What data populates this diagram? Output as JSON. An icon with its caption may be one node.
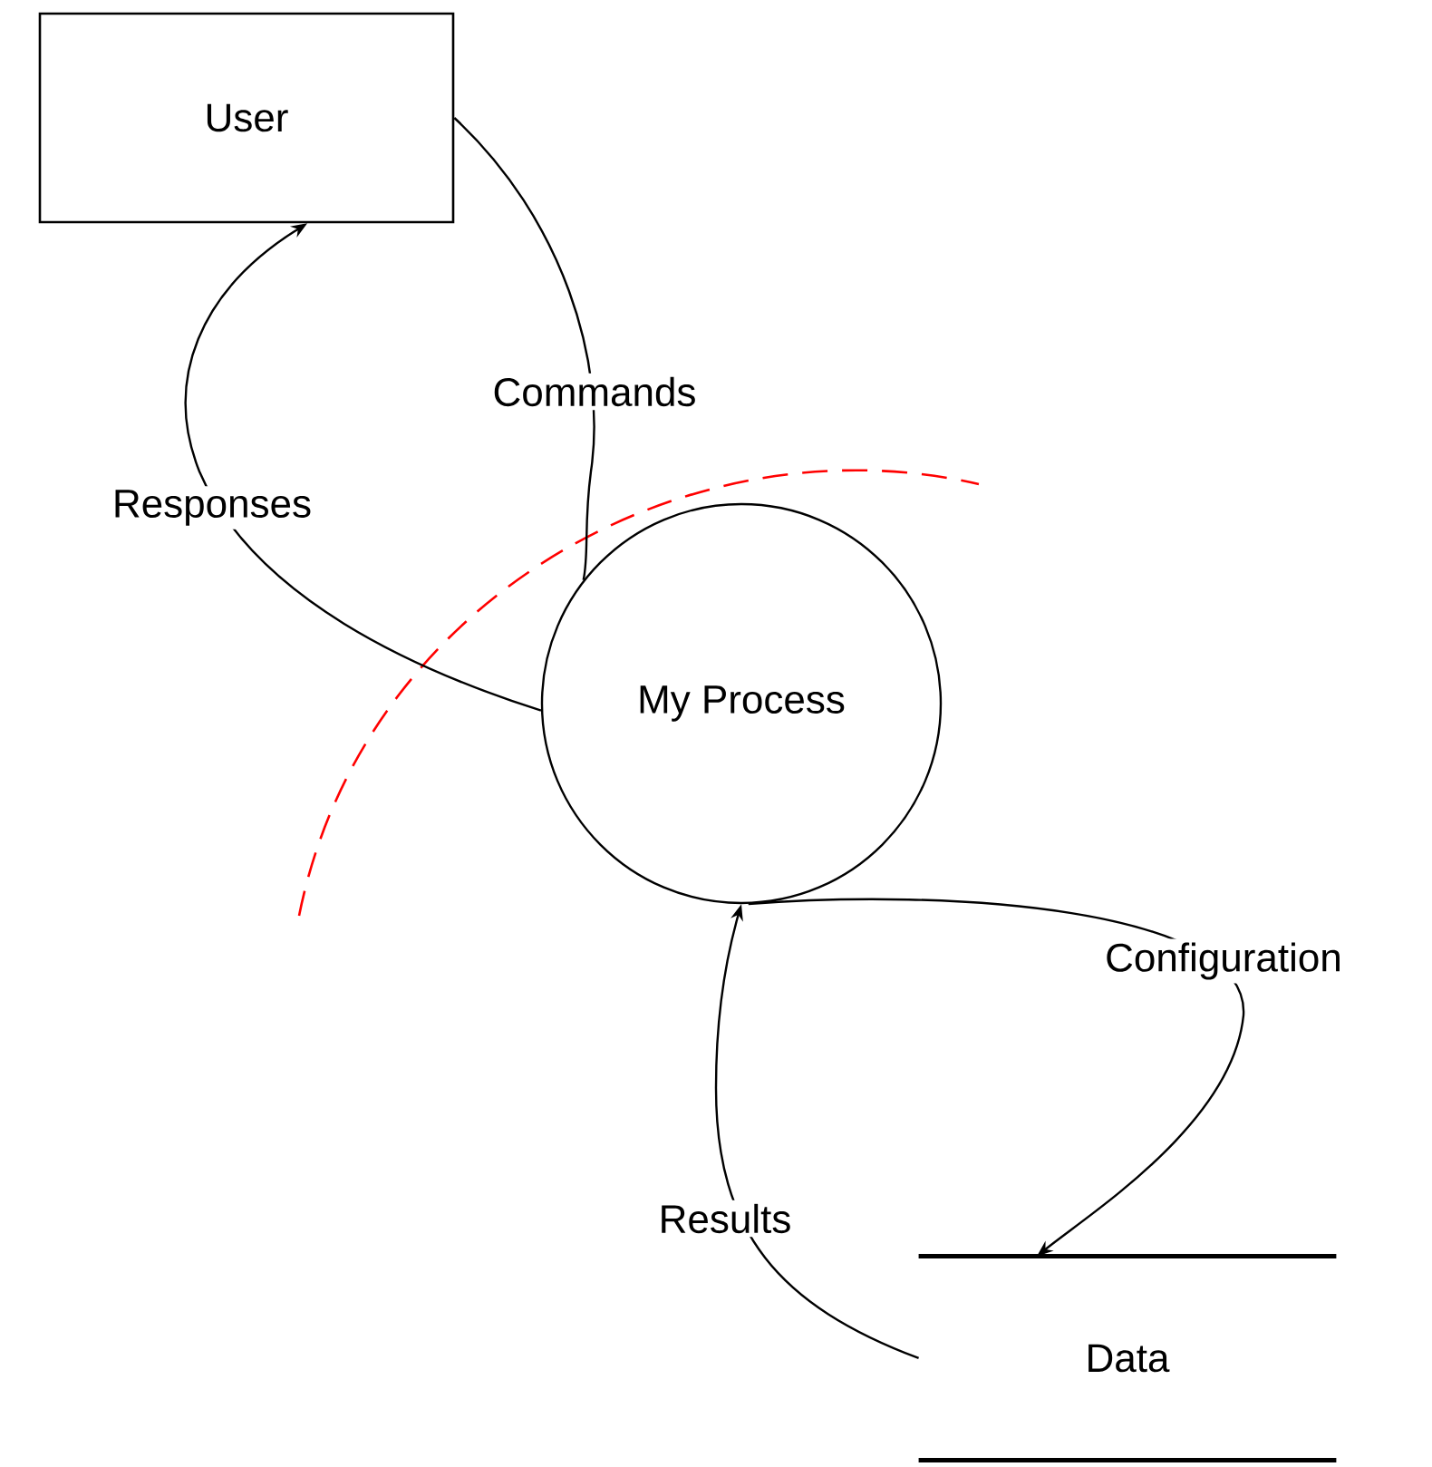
{
  "diagram": {
    "nodes": [
      {
        "text": [
          "User"
        ]
      },
      {
        "text": [
          "My Process"
        ]
      },
      {
        "text": [
          "Data"
        ]
      }
    ],
    "edges": [
      {
        "from": 0,
        "to": 1,
        "arrow": "none",
        "label": "Commands"
      },
      {
        "from": 1,
        "to": 0,
        "arrow": "to",
        "label": "Responses"
      },
      {
        "from": 2,
        "to": 1,
        "arrow": "to",
        "label": "Results"
      },
      {
        "from": 1,
        "to": 2,
        "arrow": "to",
        "label": "Configuration"
      }
    ]
  }
}
